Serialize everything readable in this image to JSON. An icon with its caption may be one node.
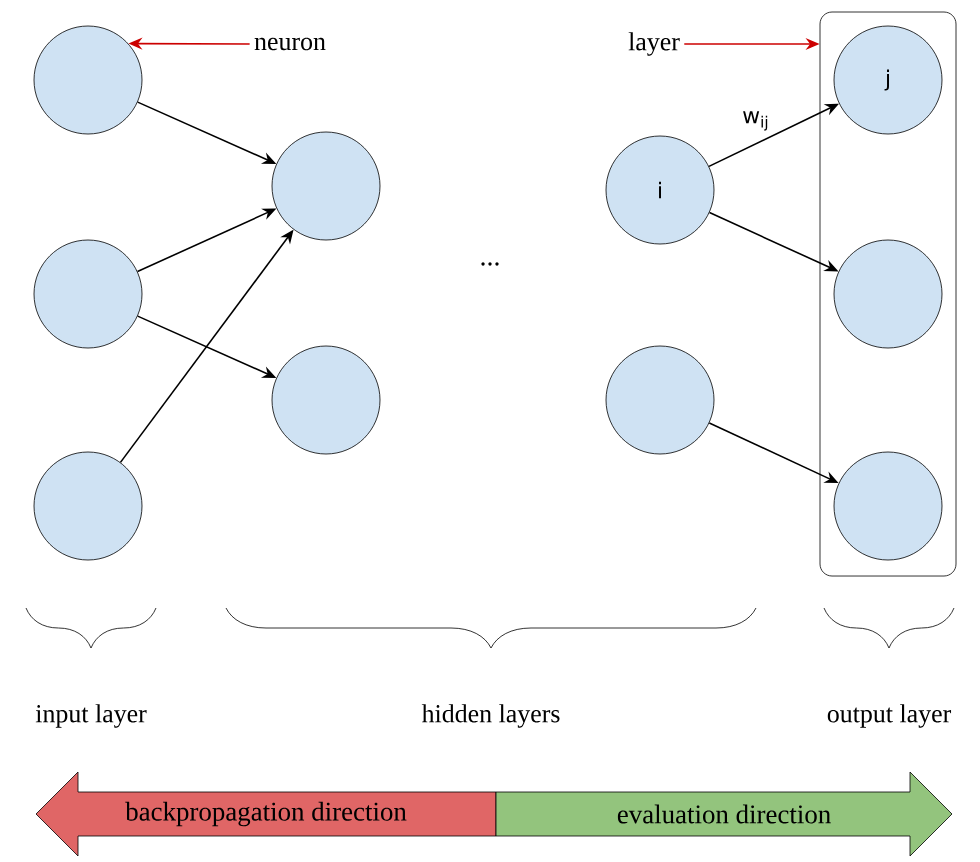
{
  "diagram": {
    "nodes": [
      {
        "text": [],
        "shape": "circle"
      },
      {
        "text": [],
        "shape": "circle"
      },
      {
        "text": [],
        "shape": "circle"
      },
      {
        "text": [],
        "shape": "circle"
      },
      {
        "text": [],
        "shape": "circle"
      },
      {
        "text": [
          "i"
        ]
      },
      {
        "text": [],
        "shape": "circle"
      },
      {
        "text": [],
        "shape": "box"
      },
      {
        "text": [
          "j"
        ],
        "in": 7
      },
      {
        "text": [],
        "shape": "circle",
        "in": 7
      },
      {
        "text": [],
        "shape": "circle",
        "in": 7
      },
      {
        "text": [
          "neuron"
        ]
      },
      {
        "text": [
          "layer"
        ]
      },
      {
        "text": [
          "backpropagation direction"
        ]
      },
      {
        "text": [
          "evaluation direction"
        ]
      }
    ],
    "edges": [
      {
        "from": 0,
        "to": 3,
        "arrow": "to"
      },
      {
        "from": 1,
        "to": 3,
        "arrow": "to"
      },
      {
        "from": 1,
        "to": 4,
        "arrow": "to"
      },
      {
        "from": 2,
        "to": 3,
        "arrow": "to"
      },
      {
        "from": 5,
        "to": 8,
        "arrow": "to",
        "label": "w$_{ij}$"
      },
      {
        "from": 5,
        "to": 9,
        "arrow": "to"
      },
      {
        "from": 6,
        "to": 10,
        "arrow": "to"
      },
      {
        "from": 11,
        "to": 0,
        "arrow": "to",
        "color": "#cc0000"
      },
      {
        "from": 12,
        "to": 7,
        "arrow": "to",
        "color": "#cc0000"
      }
    ],
    "labels": [
      "...",
      "input layer",
      "hidden layers",
      "output layer"
    ]
  }
}
